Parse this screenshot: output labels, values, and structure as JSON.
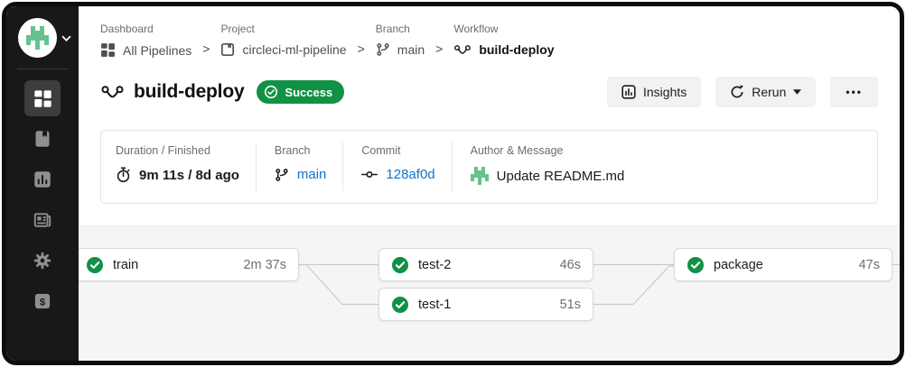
{
  "colors": {
    "success_green": "#119144",
    "link_blue": "#1172C9",
    "avatar_green": "#66C28F",
    "sidebar_bg": "#181818",
    "graph_bg": "#F5F5F5"
  },
  "sidebar": {
    "items": [
      {
        "id": "pipelines",
        "selected": true
      },
      {
        "id": "projects",
        "selected": false
      },
      {
        "id": "insights",
        "selected": false
      },
      {
        "id": "docs",
        "selected": false
      },
      {
        "id": "settings",
        "selected": false
      },
      {
        "id": "plan",
        "selected": false
      }
    ]
  },
  "breadcrumb": {
    "separator": ">",
    "items": [
      {
        "label": "Dashboard",
        "value": "All Pipelines"
      },
      {
        "label": "Project",
        "value": "circleci-ml-pipeline"
      },
      {
        "label": "Branch",
        "value": "main"
      },
      {
        "label": "Workflow",
        "value": "build-deploy"
      }
    ]
  },
  "header": {
    "title": "build-deploy",
    "status_badge": "Success",
    "buttons": {
      "insights": "Insights",
      "rerun": "Rerun",
      "more": "•••"
    }
  },
  "summary": {
    "columns": [
      {
        "label": "Duration / Finished",
        "value": "9m 11s / 8d ago"
      },
      {
        "label": "Branch",
        "value": "main"
      },
      {
        "label": "Commit",
        "value": "128af0d"
      },
      {
        "label": "Author & Message",
        "value": "Update README.md"
      }
    ]
  },
  "workflow_graph": {
    "nodes": [
      {
        "id": "train",
        "label": "train",
        "duration": "2m 37s",
        "status": "success"
      },
      {
        "id": "test-2",
        "label": "test-2",
        "duration": "46s",
        "status": "success"
      },
      {
        "id": "test-1",
        "label": "test-1",
        "duration": "51s",
        "status": "success"
      },
      {
        "id": "package",
        "label": "package",
        "duration": "47s",
        "status": "success"
      }
    ],
    "edges": [
      [
        "train",
        "test-2"
      ],
      [
        "train",
        "test-1"
      ],
      [
        "test-2",
        "package"
      ],
      [
        "test-1",
        "package"
      ]
    ]
  },
  "avatar": {
    "pattern": [
      [
        0,
        1,
        0,
        1,
        0
      ],
      [
        0,
        1,
        1,
        1,
        0
      ],
      [
        1,
        1,
        1,
        1,
        1
      ],
      [
        1,
        0,
        1,
        0,
        1
      ],
      [
        0,
        0,
        1,
        0,
        0
      ]
    ]
  }
}
